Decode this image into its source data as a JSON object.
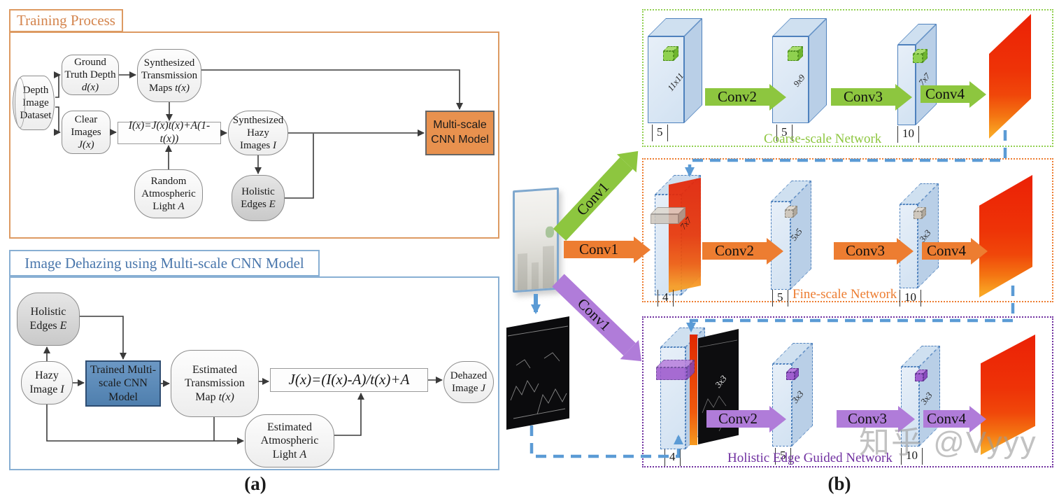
{
  "colors": {
    "training_border": "#dd9a62",
    "dehazing_border": "#88afd3",
    "coarse_green": "#8dc63f",
    "fine_orange": "#ed7d31",
    "edge_purple": "#7030a0",
    "arrow_purple": "#b07cd9",
    "dashed_blue": "#5b9bd5",
    "cnn_box_orange": "#e8914e",
    "trained_box_blue": "#4f7fae"
  },
  "captions": {
    "a": "(a)",
    "b": "(b)"
  },
  "panel_a": {
    "training": {
      "title": "Training Process",
      "dataset": "Depth Image Dataset",
      "ground_truth": {
        "text": "Ground Truth Depth",
        "math": "d(x)"
      },
      "trans_maps": {
        "text": "Synthesized Transmission Maps",
        "math": "t(x)"
      },
      "clear_images": {
        "text": "Clear Images",
        "math": "J(x)"
      },
      "formula": "I(x)=J(x)t(x)+A(1-t(x))",
      "atm_light": {
        "text": "Random Atmospheric Light",
        "math": "A"
      },
      "hazy_images": {
        "text": "Synthesized Hazy Images",
        "math": "I"
      },
      "holistic_edges": {
        "text": "Holistic Edges",
        "math": "E"
      },
      "cnn_model": "Multi-scale CNN Model"
    },
    "dehazing": {
      "title": "Image Dehazing using Multi-scale CNN Model",
      "holistic_edges": {
        "text": "Holistic Edges",
        "math": "E"
      },
      "hazy_image": {
        "text": "Hazy Image",
        "math": "I"
      },
      "trained_model": "Trained Multi-scale CNN Model",
      "est_trans": {
        "text": "Estimated Transmission Map",
        "math": "t(x)"
      },
      "formula": "J(x)=(I(x)-A)/t(x)+A",
      "est_atm": {
        "text": "Estimated Atmospheric Light",
        "math": "A"
      },
      "dehazed": {
        "text": "Dehazed Image",
        "math": "J"
      }
    }
  },
  "panel_b": {
    "conv_labels": {
      "conv1": "Conv1",
      "conv2": "Conv2",
      "conv3": "Conv3",
      "conv4": "Conv4"
    },
    "coarse": {
      "label": "Coarse-scale Network",
      "kernels": [
        "11x11",
        "9x9",
        "7x7"
      ],
      "channels": [
        "5",
        "5",
        "10"
      ]
    },
    "fine": {
      "label": "Fine-scale Network",
      "kernels": [
        "7x7",
        "5x5",
        "3x3"
      ],
      "channels": [
        "4",
        "5",
        "10"
      ]
    },
    "edge": {
      "label": "Holistic Edge Guided Network",
      "kernels": [
        "3x3",
        "3x3",
        "3x3"
      ],
      "channels": [
        "4",
        "5",
        "10"
      ]
    },
    "watermark": "知乎 @Vyyy"
  }
}
